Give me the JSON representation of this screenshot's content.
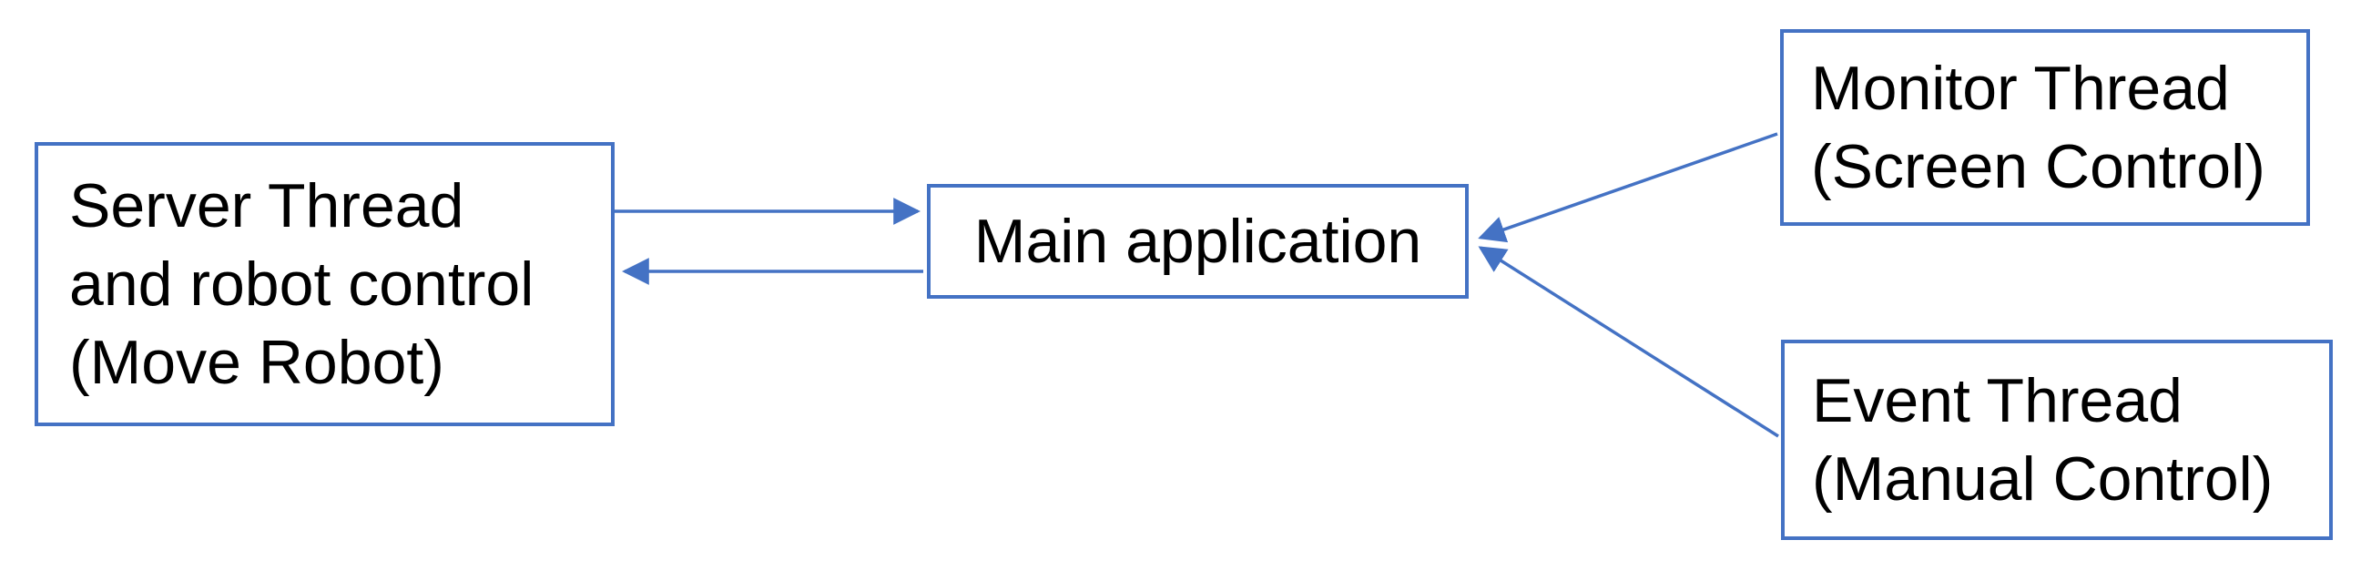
{
  "diagram": {
    "type": "flowchart",
    "colors": {
      "accent": "#4472C4",
      "text": "#000000",
      "background": "#ffffff"
    },
    "nodes": {
      "server": {
        "lines": [
          "Server Thread",
          "and robot control",
          "(Move Robot)"
        ]
      },
      "main": {
        "label": "Main application"
      },
      "monitor": {
        "lines": [
          "Monitor Thread",
          "(Screen Control)"
        ]
      },
      "event": {
        "lines": [
          "Event Thread",
          "(Manual Control)"
        ]
      }
    },
    "edges": [
      {
        "from": "server",
        "to": "main",
        "arrowhead_at": "main"
      },
      {
        "from": "main",
        "to": "server",
        "arrowhead_at": "server"
      },
      {
        "from": "monitor",
        "to": "main",
        "arrowhead_at": "main"
      },
      {
        "from": "event",
        "to": "main",
        "arrowhead_at": "main"
      }
    ]
  }
}
